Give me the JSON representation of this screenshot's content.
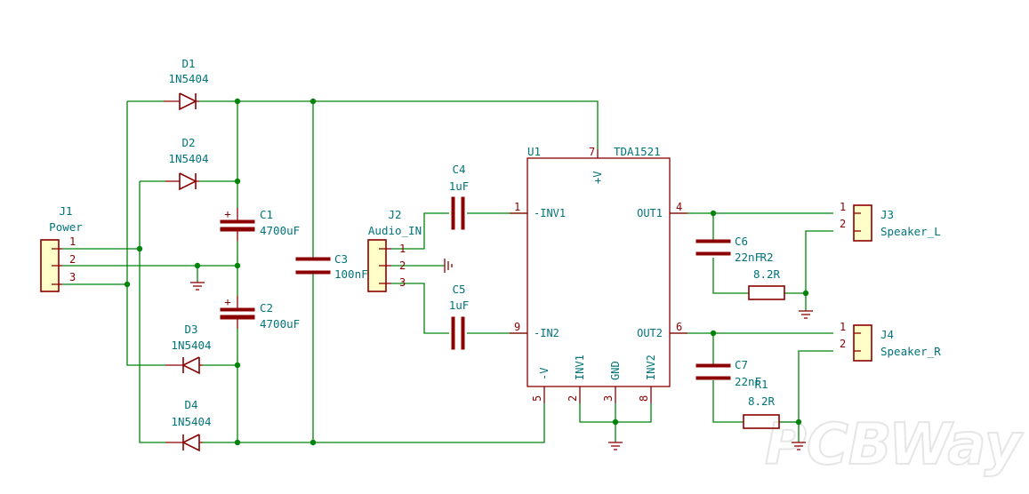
{
  "watermark": "PCBWay",
  "components": {
    "D1": {
      "ref": "D1",
      "value": "1N5404"
    },
    "D2": {
      "ref": "D2",
      "value": "1N5404"
    },
    "D3": {
      "ref": "D3",
      "value": "1N5404"
    },
    "D4": {
      "ref": "D4",
      "value": "1N5404"
    },
    "C1": {
      "ref": "C1",
      "value": "4700uF",
      "polarity": "+"
    },
    "C2": {
      "ref": "C2",
      "value": "4700uF",
      "polarity": "+"
    },
    "C3": {
      "ref": "C3",
      "value": "100nF"
    },
    "C4": {
      "ref": "C4",
      "value": "1uF"
    },
    "C5": {
      "ref": "C5",
      "value": "1uF"
    },
    "C6": {
      "ref": "C6",
      "value": "22nF"
    },
    "C7": {
      "ref": "C7",
      "value": "22nF"
    },
    "R1": {
      "ref": "R1",
      "value": "8.2R"
    },
    "R2": {
      "ref": "R2",
      "value": "8.2R"
    },
    "J1": {
      "ref": "J1",
      "value": "Power",
      "pins": [
        "1",
        "2",
        "3"
      ]
    },
    "J2": {
      "ref": "J2",
      "value": "Audio_IN",
      "pins": [
        "1",
        "2",
        "3"
      ]
    },
    "J3": {
      "ref": "J3",
      "value": "Speaker_L",
      "pins": [
        "1",
        "2"
      ]
    },
    "J4": {
      "ref": "J4",
      "value": "Speaker_R",
      "pins": [
        "1",
        "2"
      ]
    },
    "U1": {
      "ref": "U1",
      "value": "TDA1521",
      "pins": {
        "p1": {
          "num": "1",
          "name": "-INV1"
        },
        "p9": {
          "num": "9",
          "name": "-IN2"
        },
        "p7": {
          "num": "7",
          "name": "+V"
        },
        "p4": {
          "num": "4",
          "name": "OUT1"
        },
        "p6": {
          "num": "6",
          "name": "OUT2"
        },
        "p5": {
          "num": "5",
          "name": "-V"
        },
        "p2": {
          "num": "2",
          "name": "INV1"
        },
        "p3": {
          "num": "3",
          "name": "GND"
        },
        "p8": {
          "num": "8",
          "name": "INV2"
        }
      }
    }
  }
}
